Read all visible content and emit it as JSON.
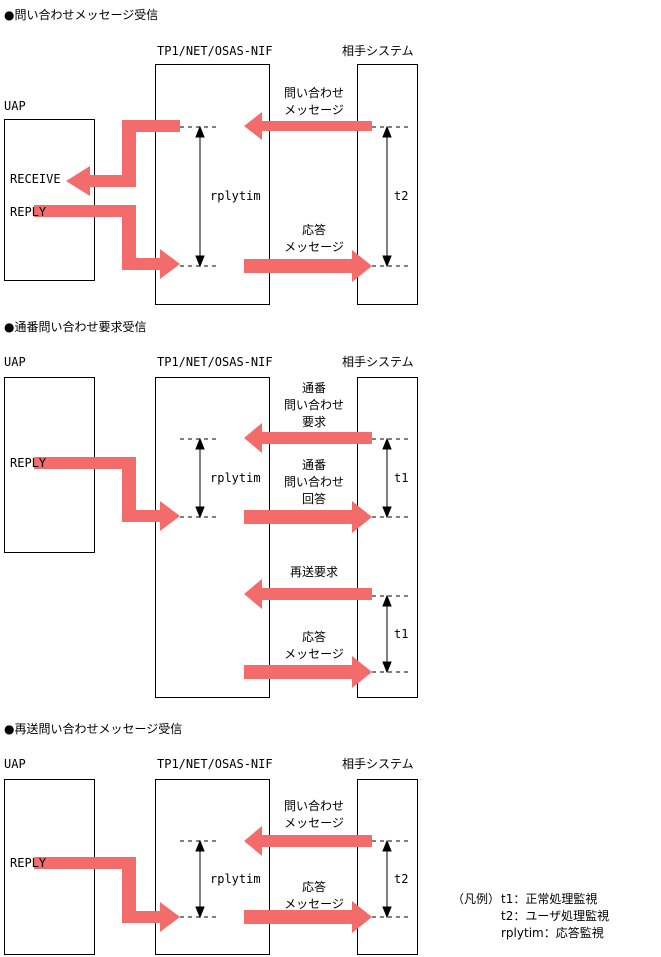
{
  "sections": [
    {
      "title": "●問い合わせメッセージ受信",
      "labels": {
        "uap": "UAP",
        "tp1": "TP1/NET/OSAS-NIF",
        "partner": "相手システム",
        "msg1": [
          "問い合わせ",
          "メッセージ"
        ],
        "msg2": [
          "応答",
          "メッセージ"
        ],
        "receive": "RECEIVE",
        "reply": "REPLY",
        "timer_tp1": "rplytim",
        "timer_partner": "t2"
      }
    },
    {
      "title": "●通番問い合わせ要求受信",
      "labels": {
        "uap": "UAP",
        "tp1": "TP1/NET/OSAS-NIF",
        "partner": "相手システム",
        "msg1": [
          "通番",
          "問い合わせ",
          "要求"
        ],
        "msg2": [
          "通番",
          "問い合わせ",
          "回答"
        ],
        "msg3": [
          "再送要求"
        ],
        "msg4": [
          "応答",
          "メッセージ"
        ],
        "reply": "REPLY",
        "timer_tp1": "rplytim",
        "timer_partner1": "t1",
        "timer_partner2": "t1"
      }
    },
    {
      "title": "●再送問い合わせメッセージ受信",
      "labels": {
        "uap": "UAP",
        "tp1": "TP1/NET/OSAS-NIF",
        "partner": "相手システム",
        "msg1": [
          "問い合わせ",
          "メッセージ"
        ],
        "msg2": [
          "応答",
          "メッセージ"
        ],
        "reply": "REPLY",
        "timer_tp1": "rplytim",
        "timer_partner": "t2"
      }
    }
  ],
  "legend": {
    "title": "（凡例）",
    "items": [
      "t1：正常処理監視",
      "t2：ユーザ処理監視",
      "rplytim：応答監視"
    ]
  },
  "colors": {
    "arrow": "#f36b6b",
    "line": "#000000",
    "background": "#ffffff"
  }
}
